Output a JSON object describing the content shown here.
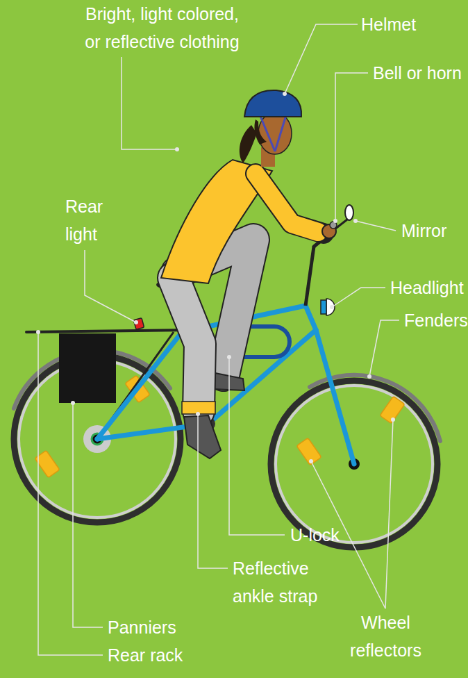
{
  "diagram": {
    "labels": [
      "Bright, light colored, or reflective clothing",
      "Helmet",
      "Bell or horn",
      "Rear light",
      "Mirror",
      "Headlight",
      "Fenders",
      "U-lock",
      "Reflective ankle strap",
      "Wheel reflectors",
      "Panniers",
      "Rear rack"
    ]
  }
}
